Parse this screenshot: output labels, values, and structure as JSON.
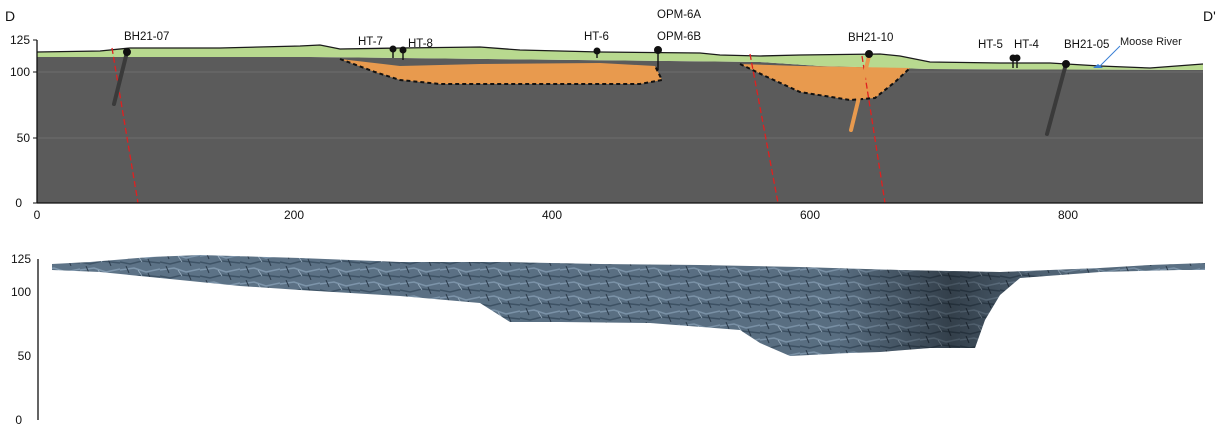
{
  "section": {
    "start_label": "D",
    "end_label": "D'",
    "elevation_ticks": [
      "125",
      "100",
      "50",
      "0"
    ],
    "distance_ticks": [
      "0",
      "200",
      "400",
      "600",
      "800"
    ]
  },
  "boreholes": [
    {
      "label": "BH21-07",
      "distance": 72
    },
    {
      "label": "HT-7",
      "distance": 275
    },
    {
      "label": "HT-8",
      "distance": 283
    },
    {
      "label": "HT-6",
      "distance": 432
    },
    {
      "label": "OPM-6A",
      "distance": 480
    },
    {
      "label": "OPM-6B",
      "distance": 480
    },
    {
      "label": "BH21-10",
      "distance": 646
    },
    {
      "label": "HT-5",
      "distance": 755
    },
    {
      "label": "HT-4",
      "distance": 760
    },
    {
      "label": "BH21-05",
      "distance": 796
    }
  ],
  "features": {
    "river_label": "Moose River"
  },
  "lower_panel": {
    "elevation_ticks": [
      "125",
      "100",
      "50",
      "0"
    ]
  },
  "colors": {
    "bedrock": "#5b5b5b",
    "overburden": "#b8d98f",
    "infill": "#e89a4e",
    "fault": "#e02020",
    "borehole": "#3a3a3a",
    "river": "#3a7fd5"
  }
}
